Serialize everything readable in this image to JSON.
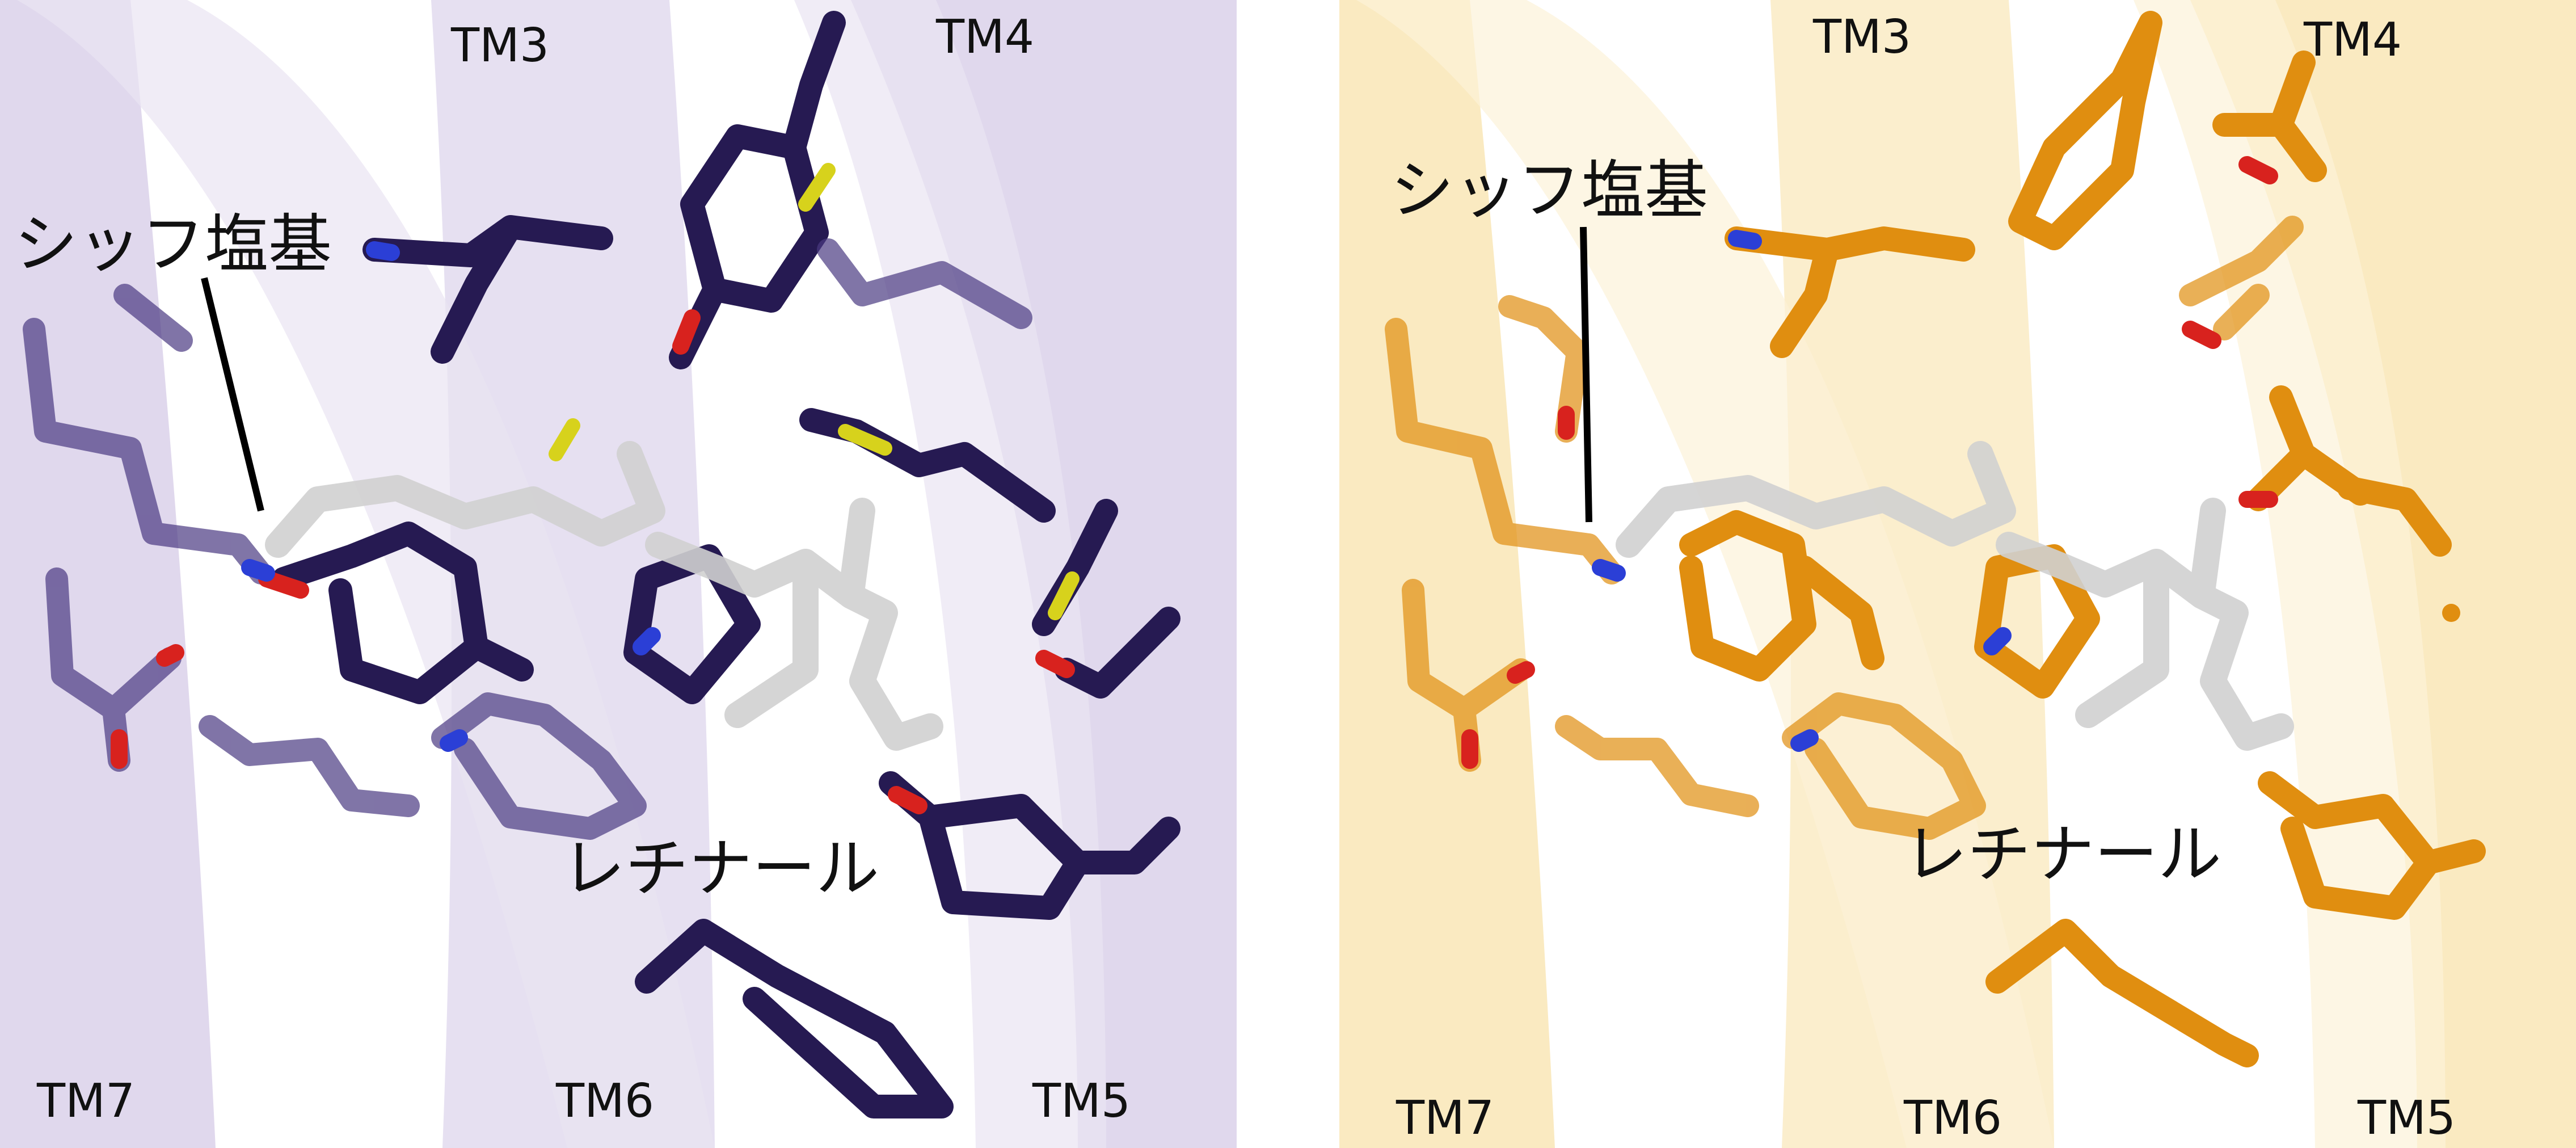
{
  "colors": {
    "left_helix": "#c6b9de",
    "left_residue": "#4a3a82",
    "left_residue_dark": "#261a52",
    "right_helix": "#f6d98f",
    "right_residue": "#e08e10",
    "right_residue_dark": "#6a3f00",
    "retinal": "#cfcfcf",
    "oxygen": "#d8221e",
    "nitrogen": "#2b3fd6",
    "sulfur": "#d7d21c"
  },
  "panels": [
    {
      "id": "left",
      "helix_color": "#c6b9de",
      "residue_color": "#4a3a82",
      "labels": {
        "tm3": "TM3",
        "tm4": "TM4",
        "tm5": "TM5",
        "tm6": "TM6",
        "tm7": "TM7",
        "schiff_base": "シッフ塩基",
        "retinal": "レチナール"
      }
    },
    {
      "id": "right",
      "helix_color": "#f6d98f",
      "residue_color": "#e08e10",
      "labels": {
        "tm3": "TM3",
        "tm4": "TM4",
        "tm5": "TM5",
        "tm6": "TM6",
        "tm7": "TM7",
        "schiff_base": "シッフ塩基",
        "retinal": "レチナール"
      }
    }
  ]
}
